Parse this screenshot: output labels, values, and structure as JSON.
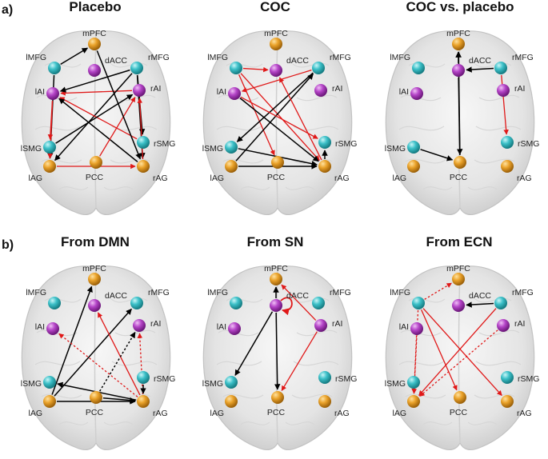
{
  "row_labels": [
    "a)",
    "b)"
  ],
  "panels": [
    {
      "title": "Placebo"
    },
    {
      "title": "COC"
    },
    {
      "title": "COC vs. placebo"
    },
    {
      "title": "From DMN"
    },
    {
      "title": "From SN"
    },
    {
      "title": "From ECN"
    }
  ],
  "nodes": [
    {
      "id": "mPFC",
      "label": "mPFC",
      "network": "DMN"
    },
    {
      "id": "dACC",
      "label": "dACC",
      "network": "SN"
    },
    {
      "id": "lMFG",
      "label": "lMFG",
      "network": "ECN"
    },
    {
      "id": "rMFG",
      "label": "rMFG",
      "network": "ECN"
    },
    {
      "id": "lAI",
      "label": "lAI",
      "network": "SN"
    },
    {
      "id": "rAI",
      "label": "rAI",
      "network": "SN"
    },
    {
      "id": "lSMG",
      "label": "lSMG",
      "network": "ECN"
    },
    {
      "id": "rSMG",
      "label": "rSMG",
      "network": "ECN"
    },
    {
      "id": "lAG",
      "label": "lAG",
      "network": "DMN"
    },
    {
      "id": "PCC",
      "label": "PCC",
      "network": "DMN"
    },
    {
      "id": "rAG",
      "label": "rAG",
      "network": "DMN"
    }
  ],
  "colors": {
    "DMN": "#e8a020",
    "SN": "#b545c8",
    "ECN": "#3cc0c8",
    "positive": "#000000",
    "negative": "#e01818"
  },
  "panel_edges": [
    [
      {
        "from": "lMFG",
        "to": "mPFC",
        "sign": "positive"
      },
      {
        "from": "lMFG",
        "to": "lAG",
        "sign": "positive"
      },
      {
        "from": "lAI",
        "to": "lAG",
        "sign": "negative"
      },
      {
        "from": "lAI",
        "to": "lSMG",
        "sign": "negative"
      },
      {
        "from": "rAI",
        "to": "lAI",
        "sign": "negative"
      },
      {
        "from": "rMFG",
        "to": "lAI",
        "sign": "positive"
      },
      {
        "from": "rMFG",
        "to": "lAG",
        "sign": "positive"
      },
      {
        "from": "rMFG",
        "to": "rAG",
        "sign": "positive"
      },
      {
        "from": "rMFG",
        "to": "rSMG",
        "sign": "positive"
      },
      {
        "from": "rSMG",
        "to": "lAI",
        "sign": "negative"
      },
      {
        "from": "rAG",
        "to": "lAI",
        "sign": "positive"
      },
      {
        "from": "lAG",
        "to": "rAG",
        "sign": "negative"
      },
      {
        "from": "PCC",
        "to": "rAI",
        "sign": "negative"
      },
      {
        "from": "rAG",
        "to": "rAI",
        "sign": "negative"
      },
      {
        "from": "lSMG",
        "to": "rAI",
        "sign": "positive"
      },
      {
        "from": "mPFC",
        "to": "rAG",
        "sign": "positive"
      }
    ],
    [
      {
        "from": "lMFG",
        "to": "dACC",
        "sign": "negative"
      },
      {
        "from": "lMFG",
        "to": "PCC",
        "sign": "negative"
      },
      {
        "from": "lMFG",
        "to": "rAG",
        "sign": "negative"
      },
      {
        "from": "rMFG",
        "to": "lAI",
        "sign": "negative"
      },
      {
        "from": "rMFG",
        "to": "lSMG",
        "sign": "positive"
      },
      {
        "from": "lAI",
        "to": "rAG",
        "sign": "positive"
      },
      {
        "from": "lSMG",
        "to": "rAG",
        "sign": "positive"
      },
      {
        "from": "lAG",
        "to": "rAG",
        "sign": "positive"
      },
      {
        "from": "lAG",
        "to": "rMFG",
        "sign": "positive"
      },
      {
        "from": "rAG",
        "to": "dACC",
        "sign": "negative"
      },
      {
        "from": "rAG",
        "to": "rSMG",
        "sign": "positive"
      },
      {
        "from": "lAI",
        "to": "rSMG",
        "sign": "negative"
      }
    ],
    [
      {
        "from": "dACC",
        "to": "mPFC",
        "sign": "positive"
      },
      {
        "from": "rMFG",
        "to": "dACC",
        "sign": "positive"
      },
      {
        "from": "rMFG",
        "to": "rSMG",
        "sign": "negative"
      },
      {
        "from": "dACC",
        "to": "PCC",
        "sign": "positive"
      },
      {
        "from": "PCC",
        "to": "mPFC",
        "sign": "positive"
      },
      {
        "from": "lSMG",
        "to": "PCC",
        "sign": "positive"
      }
    ],
    [
      {
        "from": "lAG",
        "to": "mPFC",
        "sign": "positive"
      },
      {
        "from": "lAG",
        "to": "rMFG",
        "sign": "positive"
      },
      {
        "from": "lAG",
        "to": "rAG",
        "sign": "positive"
      },
      {
        "from": "rAG",
        "to": "lSMG",
        "sign": "positive"
      },
      {
        "from": "rAG",
        "to": "dACC",
        "sign": "negative"
      },
      {
        "from": "rAG",
        "to": "lAI",
        "sign": "negative",
        "style": "dotted"
      },
      {
        "from": "PCC",
        "to": "rAI",
        "sign": "positive",
        "style": "dotted"
      },
      {
        "from": "rAG",
        "to": "rAI",
        "sign": "negative",
        "style": "dotted"
      },
      {
        "from": "PCC",
        "to": "rAG",
        "sign": "positive"
      },
      {
        "from": "rSMG",
        "to": "rAG",
        "sign": "positive"
      }
    ],
    [
      {
        "from": "dACC",
        "to": "mPFC",
        "sign": "positive"
      },
      {
        "from": "dACC",
        "to": "lSMG",
        "sign": "positive"
      },
      {
        "from": "dACC",
        "to": "PCC",
        "sign": "positive"
      },
      {
        "from": "rAI",
        "to": "mPFC",
        "sign": "negative"
      },
      {
        "from": "rAI",
        "to": "PCC",
        "sign": "negative"
      },
      {
        "from": "dACC",
        "to": "dACC",
        "sign": "negative",
        "loop": true
      }
    ],
    [
      {
        "from": "rMFG",
        "to": "dACC",
        "sign": "positive"
      },
      {
        "from": "lMFG",
        "to": "mPFC",
        "sign": "negative",
        "style": "dotted"
      },
      {
        "from": "lMFG",
        "to": "lAG",
        "sign": "negative",
        "style": "dotted"
      },
      {
        "from": "lMFG",
        "to": "PCC",
        "sign": "negative"
      },
      {
        "from": "lMFG",
        "to": "rAG",
        "sign": "negative"
      },
      {
        "from": "lAI",
        "to": "lAG",
        "sign": "negative",
        "style": "dotted"
      },
      {
        "from": "rAI",
        "to": "lAG",
        "sign": "negative",
        "style": "dotted"
      },
      {
        "from": "rMFG",
        "to": "lAG",
        "sign": "negative"
      }
    ]
  ]
}
